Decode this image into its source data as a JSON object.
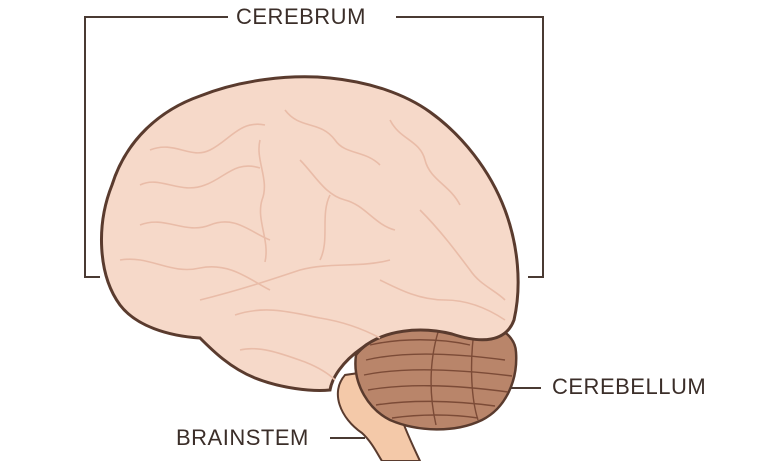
{
  "labels": {
    "cerebrum": "CEREBRUM",
    "cerebellum": "CEREBELLUM",
    "brainstem": "BRAINSTEM"
  },
  "colors": {
    "cerebrum_fill": "#f6d9c9",
    "cerebrum_shadow": "#e9bca8",
    "outline": "#5a3b2e",
    "cerebellum_fill": "#b9856a",
    "cerebellum_line": "#7c4b37",
    "brainstem_fill": "#f4c9a9",
    "leader": "#4a3a33",
    "label_text": "#3b2e29"
  }
}
